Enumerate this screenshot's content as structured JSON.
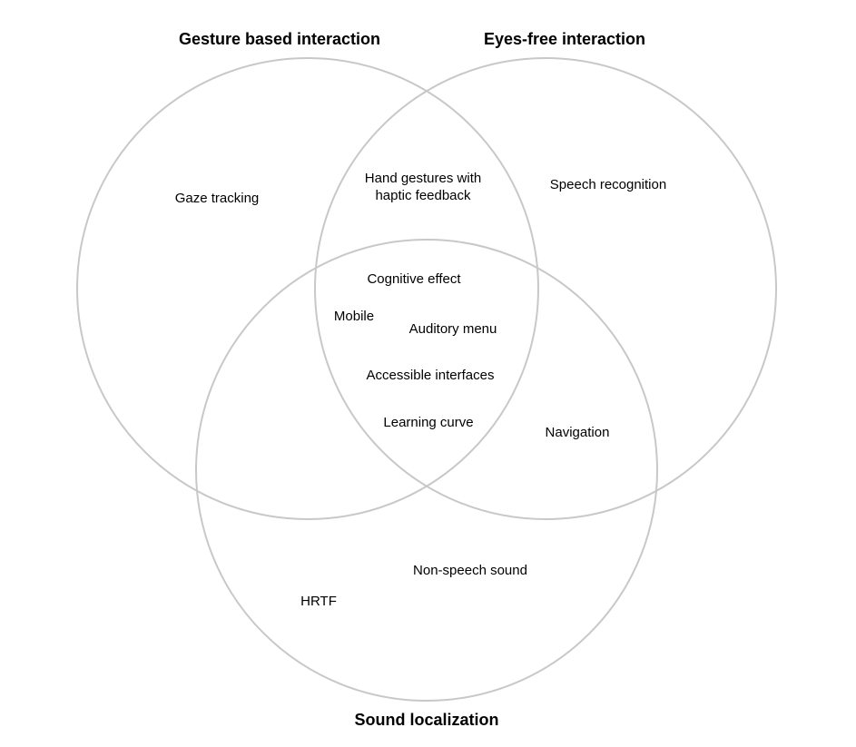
{
  "sets": {
    "gesture": {
      "label": "Gesture based interaction"
    },
    "eyes_free": {
      "label": "Eyes-free interaction"
    },
    "sound": {
      "label": "Sound localization"
    }
  },
  "items": {
    "gaze_tracking": "Gaze tracking",
    "hand_gestures": "Hand gestures with\nhaptic feedback",
    "speech_recognition": "Speech recognition",
    "cognitive_effect": "Cognitive effect",
    "mobile": "Mobile",
    "auditory_menu": "Auditory menu",
    "accessible_interfaces": "Accessible interfaces",
    "learning_curve": "Learning curve",
    "navigation": "Navigation",
    "non_speech_sound": "Non-speech sound",
    "hrtf": "HRTF"
  },
  "colors": {
    "circle_stroke": "#c8c8c8",
    "text": "#000000",
    "background": "#ffffff"
  }
}
